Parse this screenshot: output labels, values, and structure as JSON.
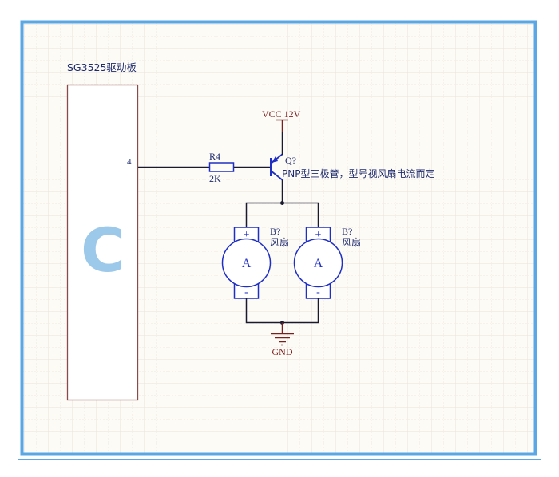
{
  "colors": {
    "frame": "#5aa7e6",
    "paper": "#fdfbf6",
    "grid_major": "#ece7df",
    "grid_minor": "#f0ebe3",
    "wire": "#1a1a2e",
    "component": "#1f2fc4",
    "power": "#7a1e1e",
    "box_outline": "#8a4a4a",
    "label_dark": "#1e2a6e",
    "watermark": "#9cc8ea"
  },
  "driver_board": {
    "title": "SG3525驱动板",
    "pin_number": "4",
    "watermark_letter": "C"
  },
  "resistor": {
    "designator": "R4",
    "value": "2K"
  },
  "transistor": {
    "designator": "Q?",
    "description": "PNP型三极管，型号视风扇电流而定"
  },
  "power": {
    "vcc_label": "VCC 12V",
    "gnd_label": "GND"
  },
  "fans": [
    {
      "designator": "B?",
      "name": "风扇",
      "symbol": "A",
      "plus": "+",
      "minus": "-"
    },
    {
      "designator": "B?",
      "name": "风扇",
      "symbol": "A",
      "plus": "+",
      "minus": "-"
    }
  ]
}
